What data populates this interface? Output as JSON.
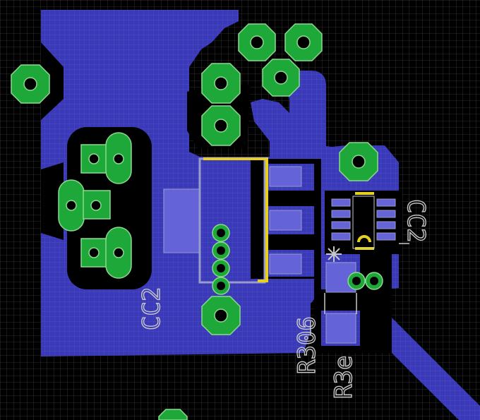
{
  "board": {
    "view": "PCB layout editor (bottom copper layer)",
    "colors": {
      "background": "#000000",
      "grid": "#3a3a3a",
      "copper_bottom": "#3a3ab8",
      "copper_hatch": "#5252c8",
      "pad_green": "#1fa83a",
      "pad_outline": "#8cd98c",
      "silkscreen": "#c8c8c8",
      "component_outline": "#e6d21e",
      "package_box": "#9a9acd"
    },
    "labels": {
      "cc2": "CC2",
      "cc2_right": "CC2",
      "r306": "R306",
      "r3e": "R3e"
    },
    "icons": {
      "origin_marker": "asterisk-icon"
    }
  }
}
